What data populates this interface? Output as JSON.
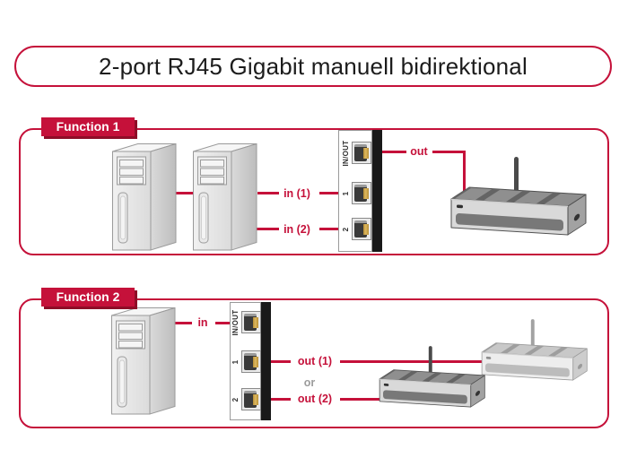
{
  "title": "2-port RJ45 Gigabit manuell bidirektional",
  "colors": {
    "accent_red": "#c5113a",
    "shadow_red": "#8e0d27",
    "or_gray": "#9c9c9c",
    "port_bar_black": "#191919"
  },
  "function1": {
    "label": "Function 1",
    "switch_ports": [
      "IN/OUT",
      "1",
      "2"
    ],
    "labels": {
      "in1": "in (1)",
      "in2": "in (2)",
      "out": "out"
    }
  },
  "function2": {
    "label": "Function 2",
    "switch_ports": [
      "IN/OUT",
      "1",
      "2"
    ],
    "labels": {
      "in": "in",
      "out1": "out (1)",
      "or": "or",
      "out2": "out (2)"
    }
  }
}
